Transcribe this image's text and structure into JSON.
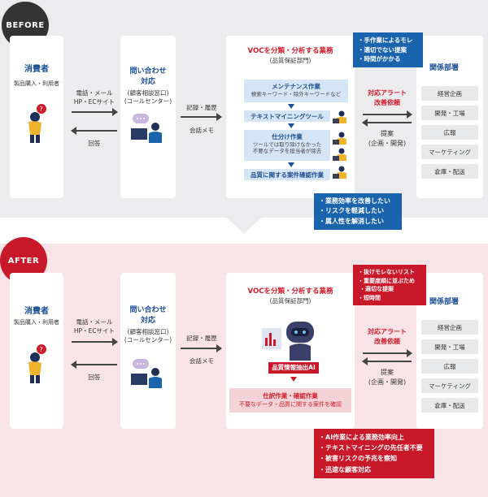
{
  "before": {
    "badge": "BEFORE",
    "consumer": {
      "title": "消費者",
      "subtitle": "製品購入・利用者"
    },
    "channel_top": "電話・メール",
    "channel_bottom": "HP・ECサイト",
    "reply": "回答",
    "inquiry": {
      "line1": "問い合わせ",
      "line2": "対応",
      "line3": "(顧客相談窓口)",
      "line4": "(コールセンター)"
    },
    "record": "記録・履歴",
    "memo": "会話メモ",
    "voc": {
      "title": "VOCを分類・分析する業務",
      "subtitle": "(品質保証部門)"
    },
    "steps": [
      {
        "title": "メンテナンス作業",
        "sub1": "検索キーワード・除外キーワードなど",
        "sub2": ""
      },
      {
        "title": "テキストマイニングツール",
        "sub1": "",
        "sub2": ""
      },
      {
        "title": "仕分け作業",
        "sub1": "ツールでは取り除けなかった",
        "sub2": "不要なデータを担当者が除去"
      },
      {
        "title": "品質に関する案件確認作業",
        "sub1": "",
        "sub2": ""
      }
    ],
    "alert": {
      "line1": "対応アラート",
      "line2": "改善依頼"
    },
    "proposal": {
      "line1": "提案",
      "line2": "(企画・開発)"
    },
    "depts": {
      "title": "関係部署",
      "items": [
        "経営企画",
        "開発・工場",
        "広報",
        "マーケティング",
        "倉庫・配送"
      ]
    },
    "callout_top": [
      "手作業によるモレ",
      "適切でない提案",
      "時間がかかる"
    ],
    "callout_bottom": [
      "業務効率を改善したい",
      "リスクを軽減したい",
      "属人性を解消したい"
    ]
  },
  "after": {
    "badge": "AFTER",
    "consumer": {
      "title": "消費者",
      "subtitle": "製品購入・利用者"
    },
    "channel_top": "電話・メール",
    "channel_bottom": "HP・ECサイト",
    "reply": "回答",
    "inquiry": {
      "line1": "問い合わせ",
      "line2": "対応",
      "line3": "(顧客相談窓口)",
      "line4": "(コールセンター)"
    },
    "record": "記録・履歴",
    "memo": "会話メモ",
    "voc": {
      "title": "VOCを分類・分析する業務",
      "subtitle": "(品質保証部門)"
    },
    "ai_label": "品質情報抽出AI",
    "result": {
      "line1": "仕訳作業・確認作業",
      "line2": "不要なデータ・品質に関する案件を確認"
    },
    "alert": {
      "line1": "対応アラート",
      "line2": "改善依頼"
    },
    "proposal": {
      "line1": "提案",
      "line2": "(企画・開発)"
    },
    "depts": {
      "title": "関係部署",
      "items": [
        "経営企画",
        "開発・工場",
        "広報",
        "マーケティング",
        "倉庫・配送"
      ]
    },
    "callout_top": [
      "抜けモレないリスト",
      "重要度順に並ぶため",
      "適切な提案",
      "短時間"
    ],
    "callout_bottom": [
      "AI作業による業務効率向上",
      "テキストマイニングの先任者不要",
      "被害リスクの予兆を察知",
      "迅速な顧客対応"
    ]
  },
  "colors": {
    "blue": "#1b4f93",
    "callout_blue": "#1a63ad",
    "red": "#c9182a",
    "before_bg": "#ececee",
    "after_bg": "#f8e4e6"
  },
  "icons": [
    "person-with-question-icon",
    "operator-at-computer-icon",
    "worker-at-laptop-icon",
    "ai-robot-icon"
  ]
}
